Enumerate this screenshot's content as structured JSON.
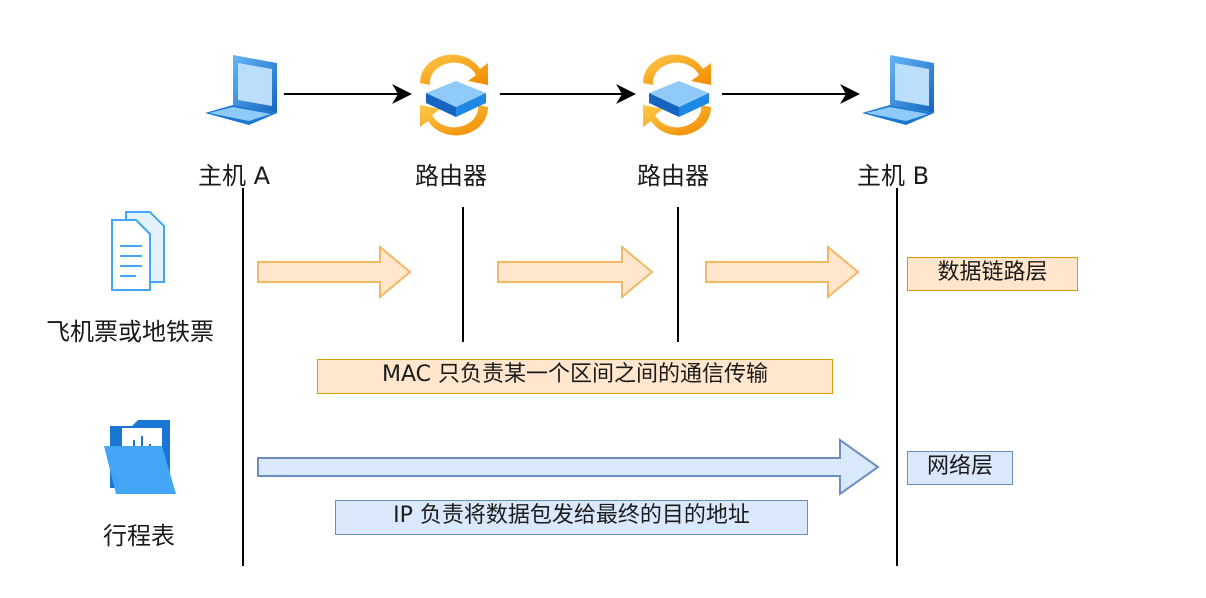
{
  "nodes": {
    "host_a": "主机 A",
    "router_1": "路由器",
    "router_2": "路由器",
    "host_b": "主机 B"
  },
  "left_labels": {
    "ticket": "飞机票或地铁票",
    "itinerary": "行程表"
  },
  "layers": {
    "data_link": "数据链路层",
    "network": "网络层"
  },
  "notes": {
    "mac": "MAC 只负责某一个区间之间的通信传输",
    "ip": "IP 负责将数据包发给最终的目的地址"
  },
  "colors": {
    "orange_fill": "#ffe6cc",
    "orange_stroke": "#f0b963",
    "blue_fill": "#dae8fc",
    "blue_stroke": "#6c8ebf",
    "laptop_blue": "#1e88e5",
    "router_orange": "#f6a821"
  }
}
